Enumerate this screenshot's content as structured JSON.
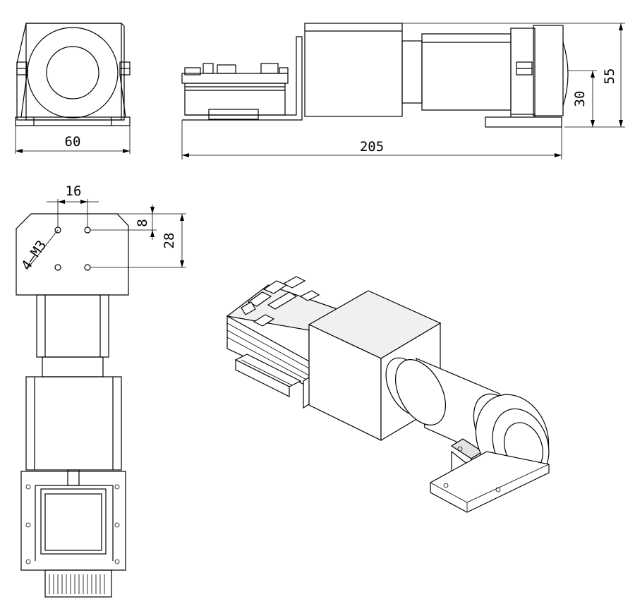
{
  "drawing": {
    "dimensions": {
      "width_front": "60",
      "total_length": "205",
      "lens_center_height": "30",
      "overall_height": "55",
      "hole_spacing_x": "16",
      "hole_offset_y": "8",
      "hole_spacing_y": "28",
      "mount_holes": "4—M3"
    }
  }
}
